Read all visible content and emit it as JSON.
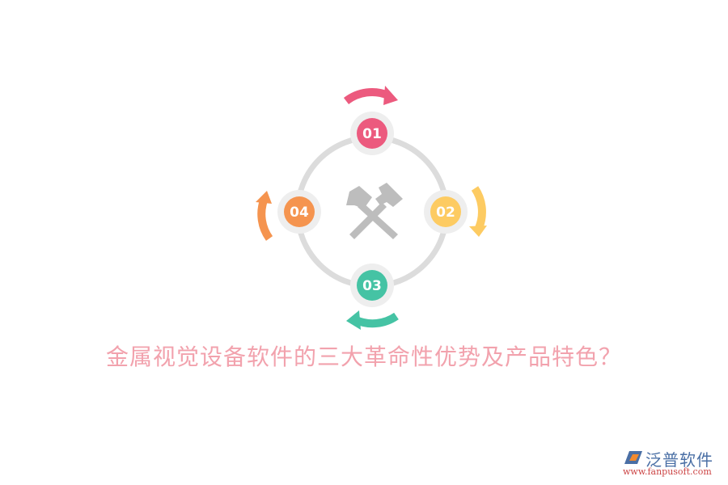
{
  "diagram": {
    "center_icon": "crossed-hammers-icon",
    "steps": [
      {
        "label": "01",
        "color": "#ec5a7e",
        "arrow": "clockwise-arrow-top"
      },
      {
        "label": "02",
        "color": "#fdcb62",
        "arrow": "clockwise-arrow-right"
      },
      {
        "label": "03",
        "color": "#45c3a4",
        "arrow": "clockwise-arrow-bottom"
      },
      {
        "label": "04",
        "color": "#f5944f",
        "arrow": "clockwise-arrow-left"
      }
    ],
    "ring_color": "#dcdcdc",
    "badge_bg": "#eeeeee"
  },
  "title": "金属视觉设备软件的三大革命性优势及产品特色？",
  "logo": {
    "name": "泛普软件",
    "url": "www.fanpusoft.com"
  }
}
